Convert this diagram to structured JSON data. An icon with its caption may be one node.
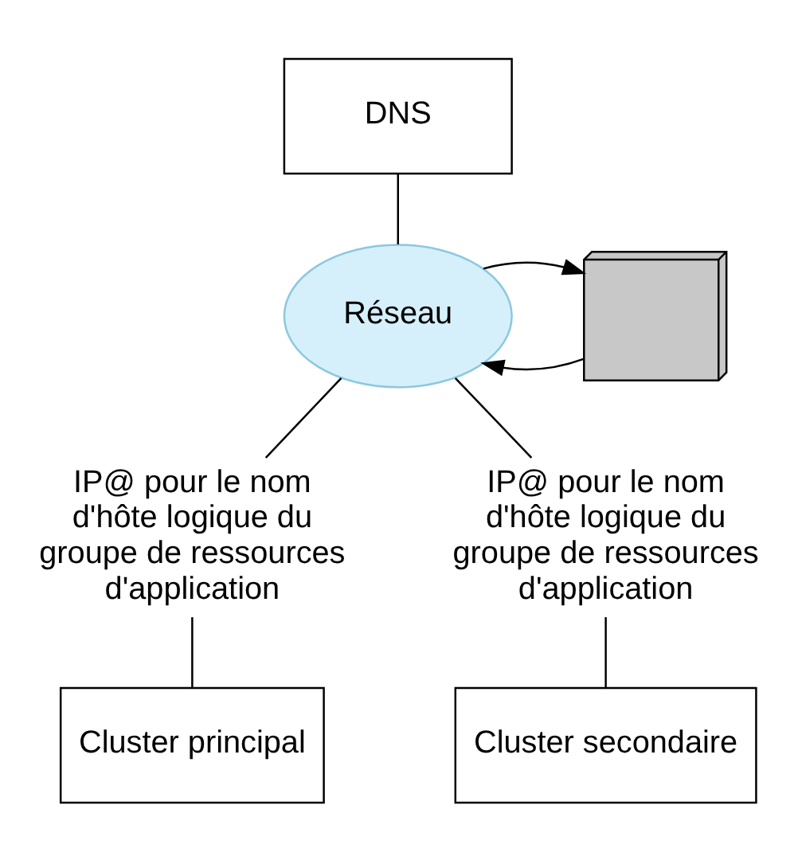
{
  "diagram": {
    "nodes": [
      {
        "text": [
          "DNS"
        ]
      },
      {
        "text": [
          "Réseau"
        ]
      },
      {
        "text": [],
        "shape": "monitor"
      },
      {
        "text": [
          "IP@ pour le nom d'hôte logique du groupe de ressources d'application"
        ]
      },
      {
        "text": [
          "IP@ pour le nom d'hôte logique du groupe de ressources d'application"
        ]
      },
      {
        "text": [
          "Cluster principal"
        ]
      },
      {
        "text": [
          "Cluster secondaire"
        ]
      }
    ],
    "edges": [
      {
        "from": 0,
        "to": 1,
        "arrow": "none"
      },
      {
        "from": 2,
        "to": 1,
        "arrow": "to"
      },
      {
        "from": 1,
        "to": 2,
        "arrow": "to"
      },
      {
        "from": 1,
        "to": 3,
        "arrow": "none"
      },
      {
        "from": 1,
        "to": 4,
        "arrow": "none"
      },
      {
        "from": 3,
        "to": 5,
        "arrow": "none"
      },
      {
        "from": 4,
        "to": 6,
        "arrow": "none"
      }
    ]
  }
}
